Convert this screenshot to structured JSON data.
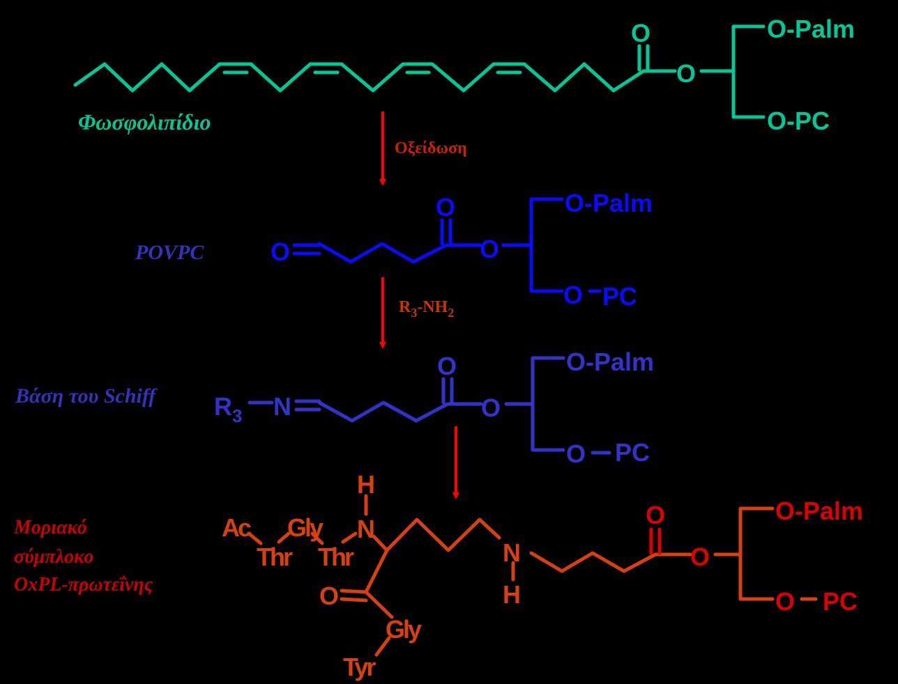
{
  "colors": {
    "background": "#000000",
    "phospholipid": "#00c896",
    "povpc": "#0a0aff",
    "schiff": "#3333cc",
    "complex": "#d8400f",
    "complex_red": "#dd0000",
    "arrow": "#ff0000",
    "label_povpc": "#3333bb",
    "label_complex": "#cc0000",
    "oxidation_label": "#cc2200",
    "amine_label": "#cc3300"
  },
  "phospholipid": {
    "name": "Φωσφολιπίδιο",
    "carbonyl_o": "O",
    "ester_o": "O",
    "palm": "O-Palm",
    "pc": "O-PC"
  },
  "step1": {
    "label": "Οξείδωση"
  },
  "povpc": {
    "name": "POVPC",
    "aldehyde_o": "O",
    "carbonyl_o": "O",
    "ester_o": "O",
    "palm": "O-Palm",
    "pc_o": "O",
    "pc": "PC"
  },
  "step2": {
    "r": "R",
    "r_sub": "3",
    "nh": "-NH",
    "nh_sub": "2"
  },
  "schiff": {
    "name": "Βάση του Schiff",
    "r": "R",
    "r_sub": "3",
    "n": "N",
    "carbonyl_o": "O",
    "ester_o": "O",
    "palm": "O-Palm",
    "pc_o": "O",
    "pc": "PC"
  },
  "complex": {
    "name_line1": "Μοριακό",
    "name_line2": "σύμπλοκο",
    "name_line3": "OxPL-πρωτεΐνης",
    "ac": "Ac",
    "thr1": "Thr",
    "gly1": "Gly",
    "thr2": "Thr",
    "h_top": "H",
    "n_top": "N",
    "o_amide": "O",
    "gly2": "Gly",
    "tyr": "Tyr",
    "n_mid": "N",
    "h_mid": "H",
    "carbonyl_o": "O",
    "ester_o": "O",
    "palm": "O-Palm",
    "pc_o": "O",
    "pc": "PC"
  }
}
